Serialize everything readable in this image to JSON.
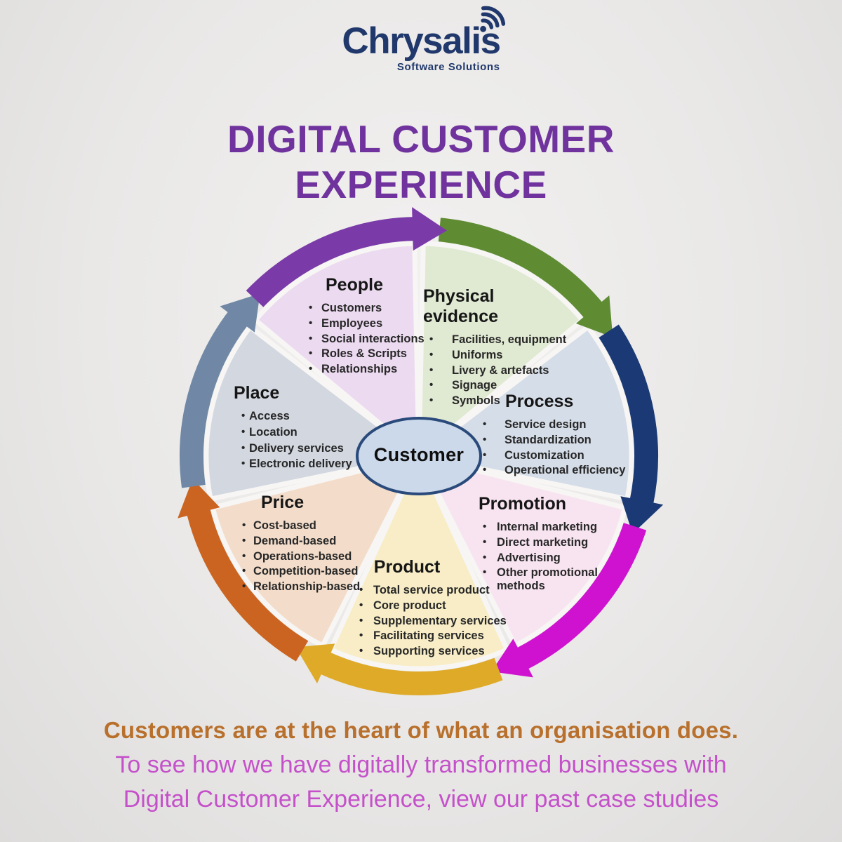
{
  "brand": {
    "name": "Chrysalis",
    "tagline": "Software Solutions",
    "color": "#20386b"
  },
  "title": {
    "line1": "DIGITAL CUSTOMER",
    "line2": "EXPERIENCE",
    "color": "#70339e"
  },
  "center": {
    "label": "Customer",
    "fill": "#cbd9ea",
    "border": "#2a4a7b"
  },
  "segments": [
    {
      "id": "physical-evidence",
      "label": "Physical evidence",
      "fill": "#e0e9d2",
      "arrow": "#5f8c33",
      "items": [
        "Facilities, equipment",
        "Uniforms",
        "Livery & artefacts",
        "Signage",
        "Symbols"
      ]
    },
    {
      "id": "process",
      "label": "Process",
      "fill": "#d5dde8",
      "arrow": "#1b3a75",
      "items": [
        "Service design",
        "Standardization",
        "Customization",
        "Operational efficiency"
      ]
    },
    {
      "id": "promotion",
      "label": "Promotion",
      "fill": "#f8e4f0",
      "arrow": "#cf12cf",
      "items": [
        "Internal marketing",
        "Direct marketing",
        "Advertising",
        "Other promotional methods"
      ]
    },
    {
      "id": "product",
      "label": "Product",
      "fill": "#f8edc6",
      "arrow": "#dfaa28",
      "items": [
        "Total service product",
        "Core product",
        "Supplementary services",
        "Facilitating services",
        "Supporting services"
      ]
    },
    {
      "id": "price",
      "label": "Price",
      "fill": "#f3ddca",
      "arrow": "#cb6420",
      "items": [
        "Cost-based",
        "Demand-based",
        "Operations-based",
        "Competition-based",
        "Relationship-based"
      ]
    },
    {
      "id": "place",
      "label": "Place",
      "fill": "#d2d7e0",
      "arrow": "#7088a5",
      "items": [
        "Access",
        "Location",
        "Delivery services",
        "Electronic delivery"
      ]
    },
    {
      "id": "people",
      "label": "People",
      "fill": "#ecdaf0",
      "arrow": "#7a3aa8",
      "items": [
        "Customers",
        "Employees",
        "Social interactions",
        "Roles & Scripts",
        "Relationships"
      ]
    }
  ],
  "footer": {
    "line1": "Customers are at the heart of what an organisation does.",
    "line1_color": "#b8702c",
    "line2": "To see how we have digitally transformed businesses with",
    "line3": "Digital Customer Experience, view our past case studies",
    "line23_color": "#c551ca"
  }
}
